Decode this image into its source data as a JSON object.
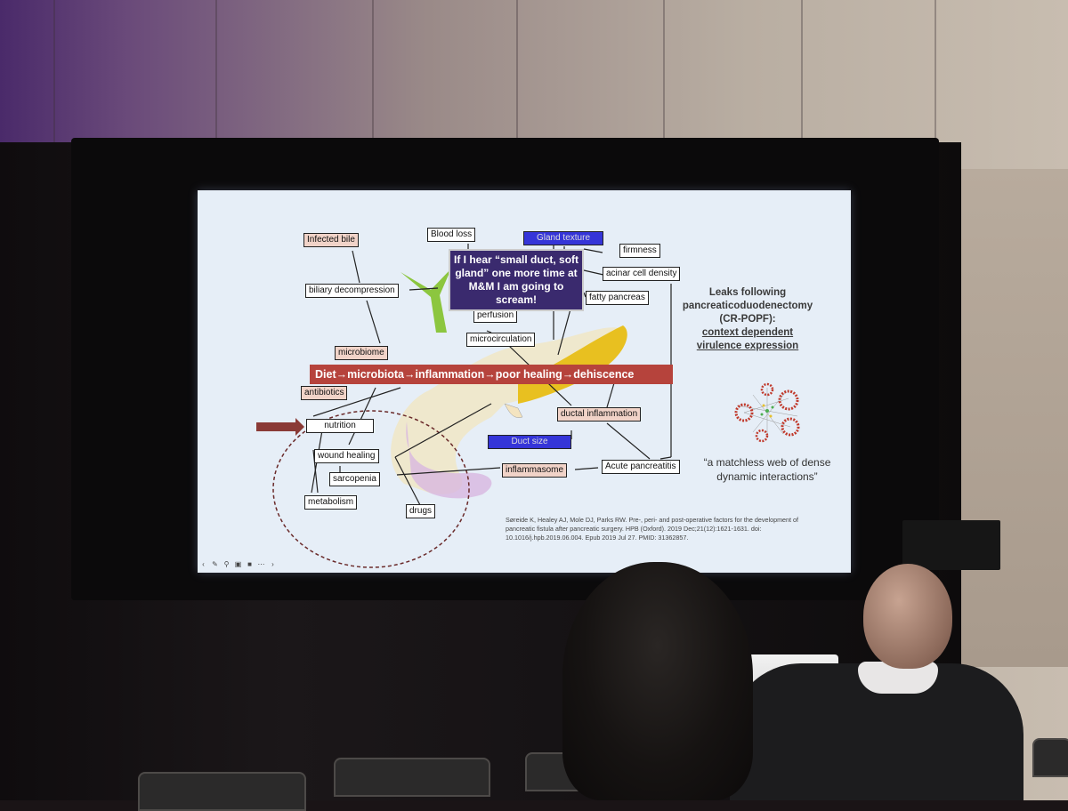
{
  "slide": {
    "boxes": {
      "infected_bile": "Infected bile",
      "blood_loss": "Blood loss",
      "gland_texture": "Gland texture",
      "firmness": "firmness",
      "acinar_cell_density": "acinar cell density",
      "fatty_pancreas": "fatty pancreas",
      "biliary_decompression": "biliary decompression",
      "perfusion": "perfusion",
      "microcirculation": "microcirculation",
      "microbiome": "microbiome",
      "antibiotics": "antibiotics",
      "ductal_inflammation": "ductal inflammation",
      "nutrition": "nutrition",
      "duct_size": "Duct size",
      "wound_healing": "wound healing",
      "inflammasome": "inflammasome",
      "acute_pancreatitis": "Acute  pancreatitis",
      "sarcopenia": "sarcopenia",
      "metabolism": "metabolism",
      "drugs": "drugs"
    },
    "banner": "Diet→microbiota→inflammation→poor healing→dehiscence",
    "callout": "If I hear “small duct, soft gland” one more time at M&M I am going to scream!",
    "side_title": {
      "line1": "Leaks following",
      "line2": "pancreaticoduodenectomy",
      "line3": "(CR-POPF):",
      "line4": "context dependent",
      "line5": "virulence expression"
    },
    "quote": "“a matchless web of dense dynamic interactions”",
    "citation": "Søreide K, Healey AJ, Mole DJ, Parks RW. Pre-, peri- and post-operative factors for the development of pancreatic fistula after pancreatic surgery. HPB (Oxford). 2019 Dec;21(12):1621-1631. doi: 10.1016/j.hpb.2019.06.004. Epub 2019 Jul 27. PMID: 31362857.",
    "toolbar_icons": [
      "prev-icon",
      "pen-icon",
      "zoom-icon",
      "captions-icon",
      "camera-icon",
      "more-icon",
      "next-icon"
    ]
  },
  "colors": {
    "banner": "#b6433c",
    "callout": "#3a2a6e",
    "blue_box": "#3535d8",
    "pink_box": "#f1d3c8",
    "pancreas": "#e8c020"
  }
}
